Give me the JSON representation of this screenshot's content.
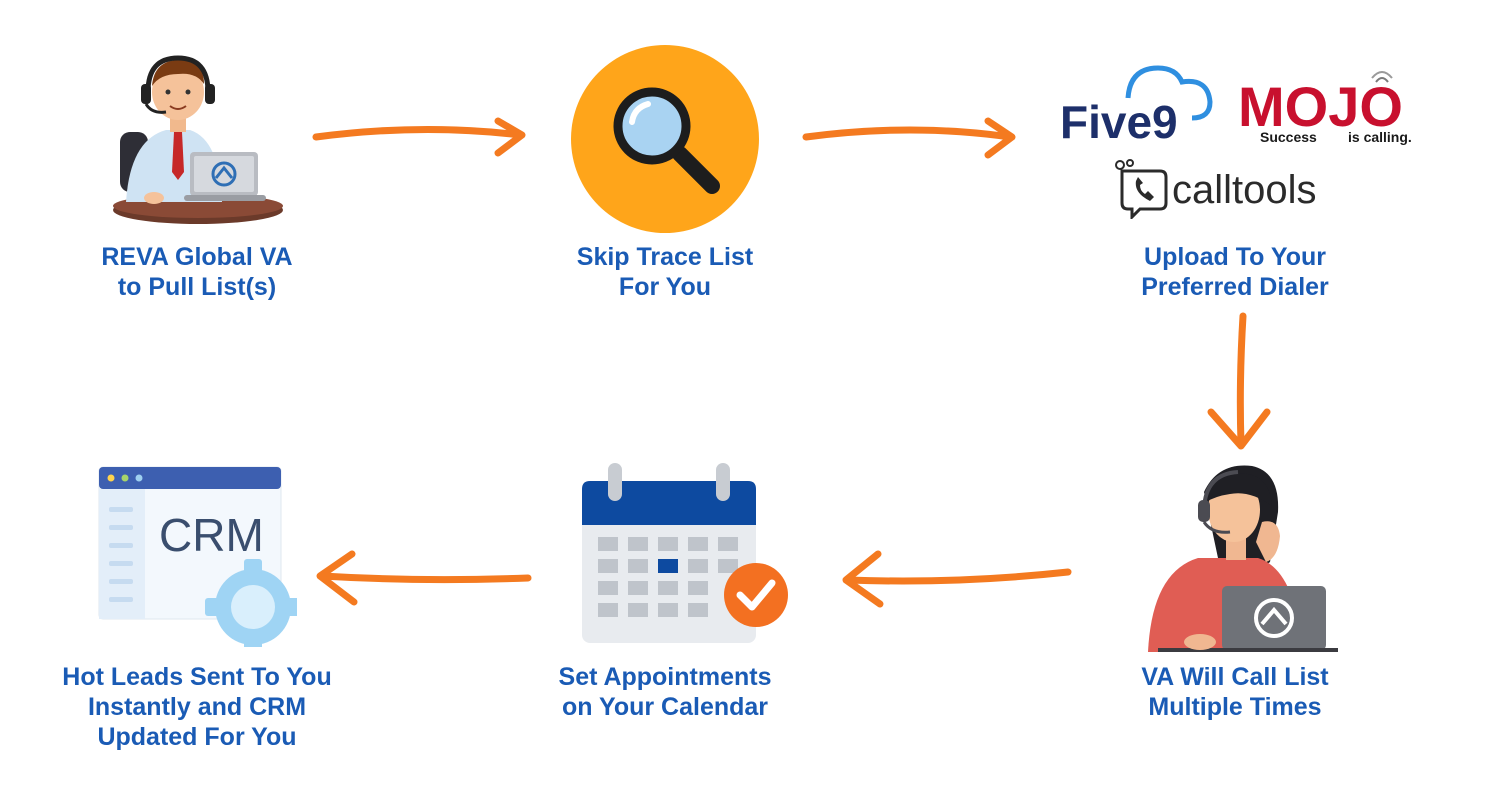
{
  "steps": [
    {
      "lines": [
        "REVA Global VA",
        "to Pull List(s)"
      ]
    },
    {
      "lines": [
        "Skip Trace List",
        "For You"
      ]
    },
    {
      "lines": [
        "Upload To Your",
        "Preferred Dialer"
      ]
    },
    {
      "lines": [
        "VA Will Call List",
        "Multiple Times"
      ]
    },
    {
      "lines": [
        "Set Appointments",
        "on Your Calendar"
      ]
    },
    {
      "lines": [
        "Hot Leads Sent To You",
        "Instantly and CRM",
        "Updated For You"
      ]
    }
  ],
  "logos": {
    "five9": "Five9",
    "mojo": "MOJO",
    "mojo_tagline_left": "Success",
    "mojo_tagline_right": "is calling.",
    "calltools": "calltools"
  },
  "crm_window_text": "CRM",
  "colors": {
    "label_blue": "#1a5bb5",
    "arrow_orange": "#f47a20",
    "search_circle": "#ffa51a",
    "calendar_blue": "#0d4aa0",
    "check_orange": "#f37021"
  },
  "icons": [
    "headset-agent-icon",
    "magnifying-glass-icon",
    "five9-logo",
    "mojo-logo",
    "calltools-logo",
    "female-agent-icon",
    "calendar-check-icon",
    "crm-window-icon"
  ]
}
